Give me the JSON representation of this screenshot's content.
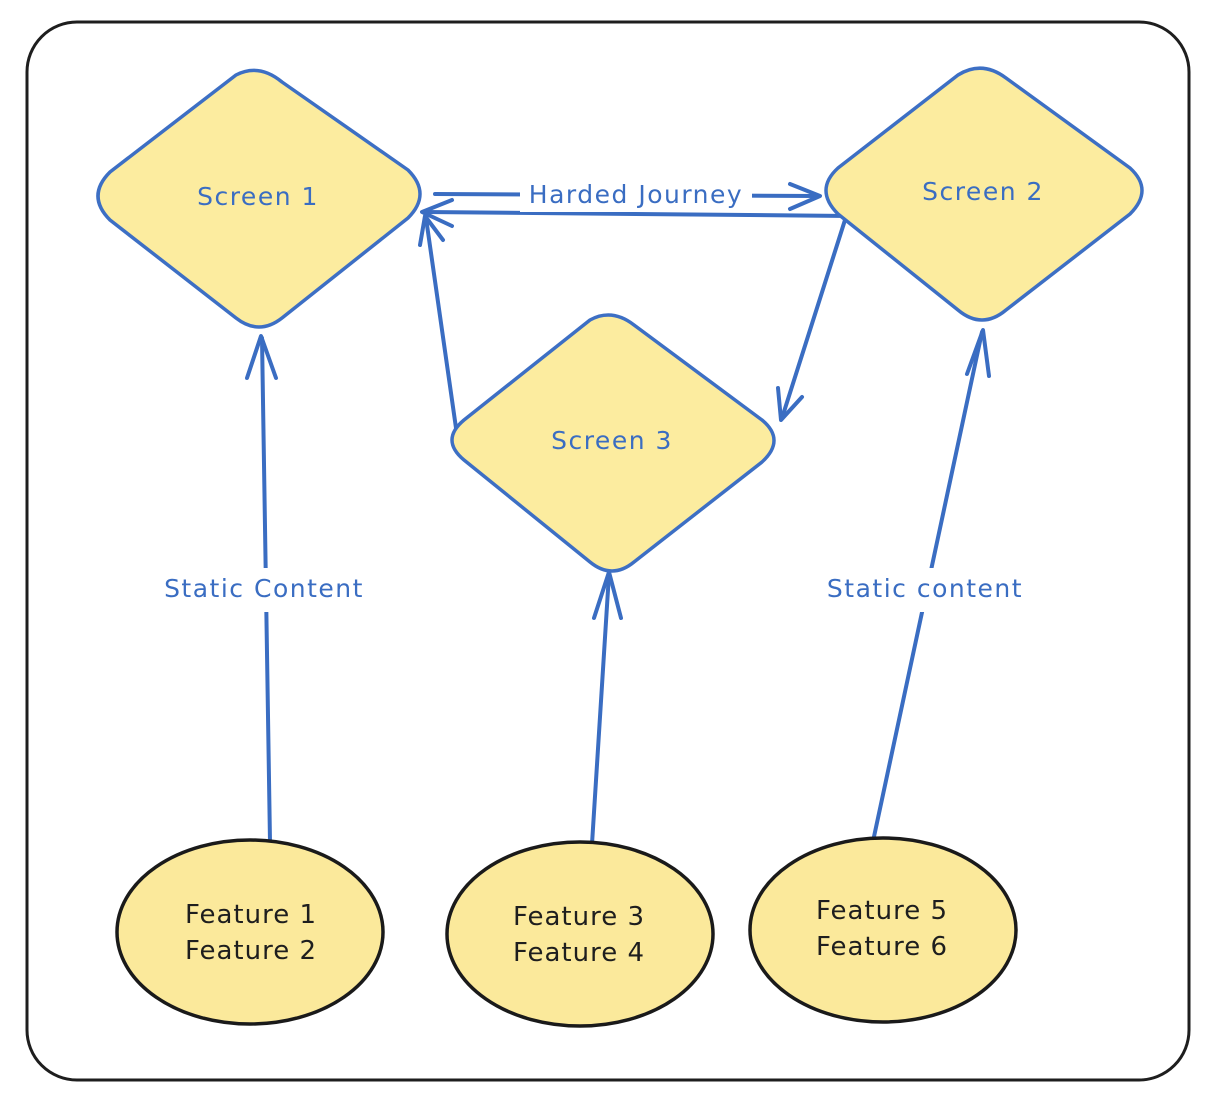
{
  "diagram": {
    "screens": [
      {
        "id": "screen-1",
        "label": "Screen 1"
      },
      {
        "id": "screen-2",
        "label": "Screen 2"
      },
      {
        "id": "screen-3",
        "label": "Screen 3"
      }
    ],
    "features": [
      {
        "id": "features-1-2",
        "lines": [
          "Feature 1",
          "Feature 2"
        ]
      },
      {
        "id": "features-3-4",
        "lines": [
          "Feature 3",
          "Feature 4"
        ]
      },
      {
        "id": "features-5-6",
        "lines": [
          "Feature 5",
          "Feature 6"
        ]
      }
    ],
    "edge_labels": {
      "journey": "Harded Journey",
      "static_left": "Static Content",
      "static_right": "Static content"
    },
    "colors": {
      "node_fill": "#fcec9f",
      "stroke_blue": "#3a6dc2",
      "stroke_dark": "#1e1e1e"
    }
  }
}
